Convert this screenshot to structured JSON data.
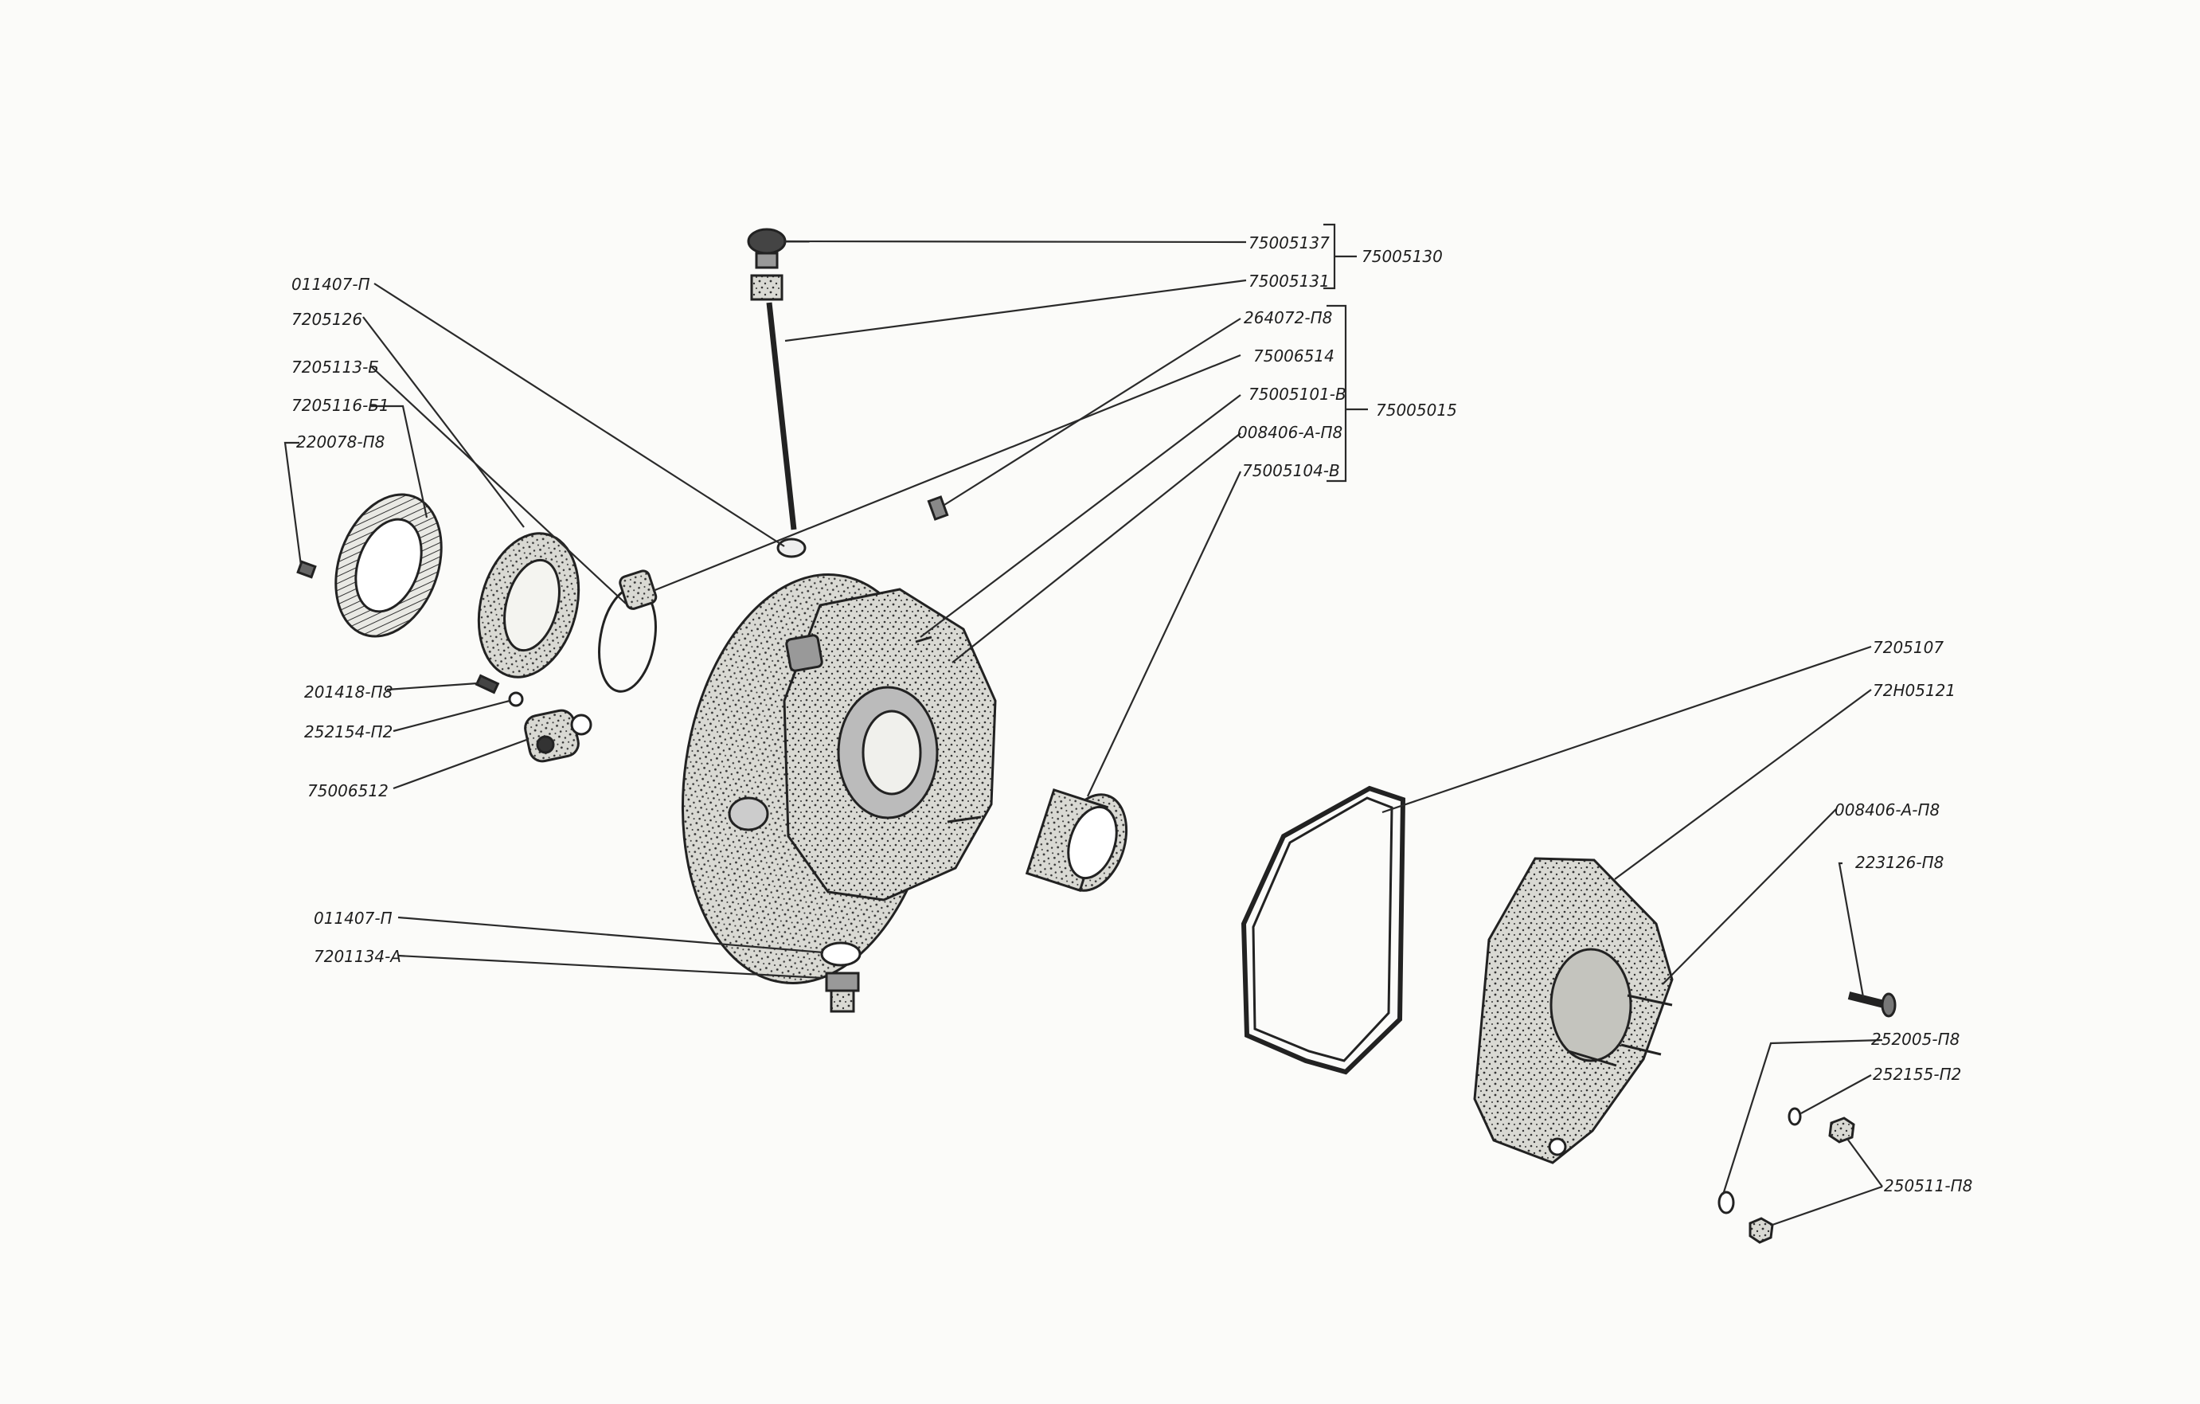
{
  "labels": {
    "dipstick_knob": "75005137",
    "dipstick_rod": "75005131",
    "dipstick_assembly": "75005130",
    "seal_washer_top": "011407-П",
    "bearing_cap_top": "7205126",
    "o_ring": "7205113-Б",
    "seal_cover": "7205116-Б1",
    "cap_screw": "220078-П8",
    "plug_264072": "264072-П8",
    "part_75006514": "75006514",
    "part_75005101": "75005101-В",
    "part_008406_left": "008406-А-П8",
    "part_75005104": "75005104-В",
    "housing_assembly": "75005015",
    "bolt_201418": "201418-П8",
    "washer_252154": "252154-П2",
    "bracket_75006512": "75006512",
    "seal_washer_bottom": "011407-П",
    "drain_plug": "7201134-А",
    "gasket": "7205107",
    "cover": "72Н05121",
    "stud_008406_right": "008406-А-П8",
    "bolt_223126": "223126-П8",
    "washer_252005": "252005-П8",
    "washer_252155": "252155-П2",
    "nut_250511": "250511-П8"
  },
  "colors": {
    "ink": "#1e1e1e",
    "paper": "#fbfbf9",
    "casting_fill": "#cfcfc9"
  }
}
